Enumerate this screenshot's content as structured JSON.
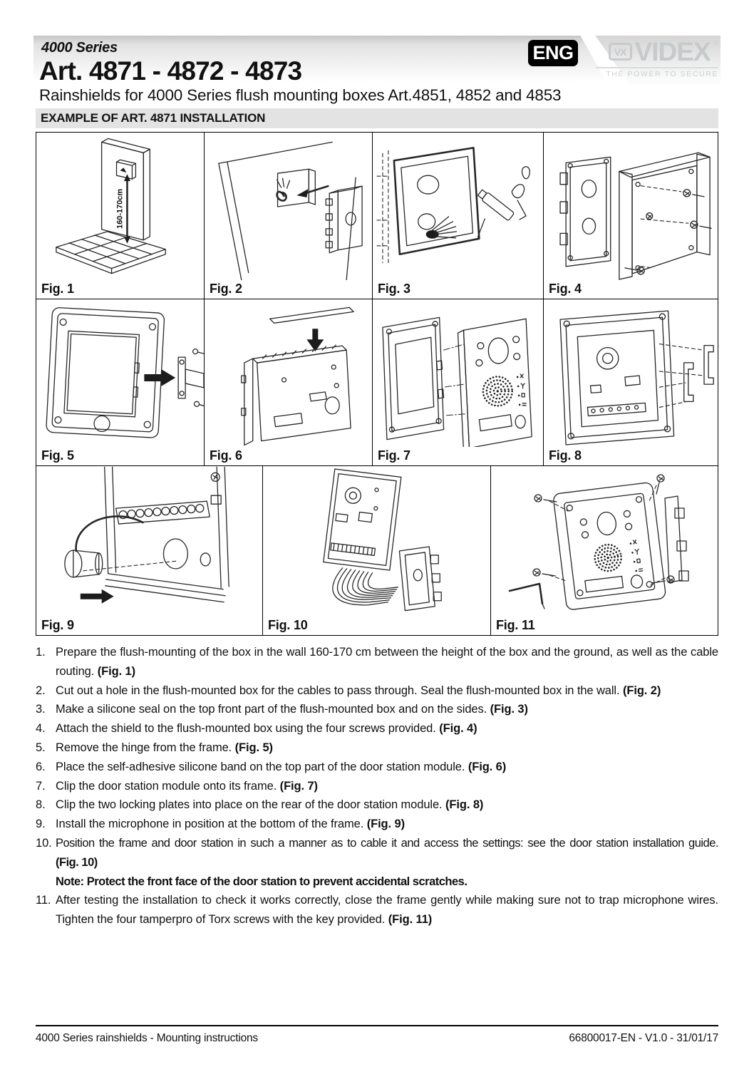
{
  "header": {
    "series": "4000 Series",
    "title": "Art. 4871 - 4872 - 4873",
    "subtitle": "Rainshields for 4000 Series flush mounting boxes Art.4851, 4852 and 4853",
    "language": "ENG"
  },
  "logo": {
    "monogram": "VX",
    "brand": "VIDEX",
    "registered": "®",
    "tagline": "THE POWER TO SECURE"
  },
  "section": {
    "header": "EXAMPLE OF ART. 4871 INSTALLATION"
  },
  "figures": [
    {
      "label": "Fig. 1",
      "annotation": "160-170cm"
    },
    {
      "label": "Fig. 2"
    },
    {
      "label": "Fig. 3"
    },
    {
      "label": "Fig. 4"
    },
    {
      "label": "Fig. 5"
    },
    {
      "label": "Fig. 6"
    },
    {
      "label": "Fig. 7"
    },
    {
      "label": "Fig. 8"
    },
    {
      "label": "Fig. 9"
    },
    {
      "label": "Fig. 10"
    },
    {
      "label": "Fig. 11"
    }
  ],
  "instructions": [
    {
      "num": "1.",
      "text": "Prepare the flush-mounting of the box in the wall 160-170 cm between the height of the box and the ground, as well as the cable routing.",
      "fig_ref": "(Fig. 1)"
    },
    {
      "num": "2.",
      "text": "Cut out a hole in the flush-mounted box for the cables to pass through. Seal the flush-mounted box in the wall.",
      "fig_ref": "(Fig. 2)"
    },
    {
      "num": "3.",
      "text": "Make a silicone seal on the top front part of the flush-mounted box and on the sides.",
      "fig_ref": "(Fig. 3)"
    },
    {
      "num": "4.",
      "text": "Attach the shield to the flush-mounted box using the four screws provided.",
      "fig_ref": "(Fig. 4)"
    },
    {
      "num": "5.",
      "text": "Remove the hinge from the frame.",
      "fig_ref": "(Fig. 5)"
    },
    {
      "num": "6.",
      "text": "Place the self-adhesive silicone band on the top part of the door station module.",
      "fig_ref": "(Fig. 6)"
    },
    {
      "num": "7.",
      "text": "Clip the door station module onto its frame.",
      "fig_ref": "(Fig. 7)"
    },
    {
      "num": "8.",
      "text": "Clip the two locking plates into place on the rear of the door station module.",
      "fig_ref": "(Fig. 8)"
    },
    {
      "num": "9.",
      "text": "Install the microphone in position at the bottom of the frame.",
      "fig_ref": "(Fig. 9)"
    },
    {
      "num": "10.",
      "text": "Position the frame and door station in such a manner as to cable it and access the settings: see the door station installation guide.",
      "fig_ref": "(Fig. 10)",
      "note": "Note: Protect the front face of the door station to prevent accidental scratches."
    },
    {
      "num": "11.",
      "text": "After testing the installation to check it works correctly, close the frame gently while making sure not to trap microphone wires. Tighten the four tamperpro of Torx screws with the key provided.",
      "fig_ref": "(Fig. 11)"
    }
  ],
  "footer": {
    "left": "4000 Series rainshields - Mounting instructions",
    "right": "66800017-EN - V1.0 - 31/01/17"
  },
  "colors": {
    "badge_bg": "#000000",
    "badge_text": "#ffffff",
    "header_band": "#c6c6c6",
    "section_bar": "#e3e3e3",
    "logo_gray": "#c7cacc",
    "line_art": "#272727"
  }
}
